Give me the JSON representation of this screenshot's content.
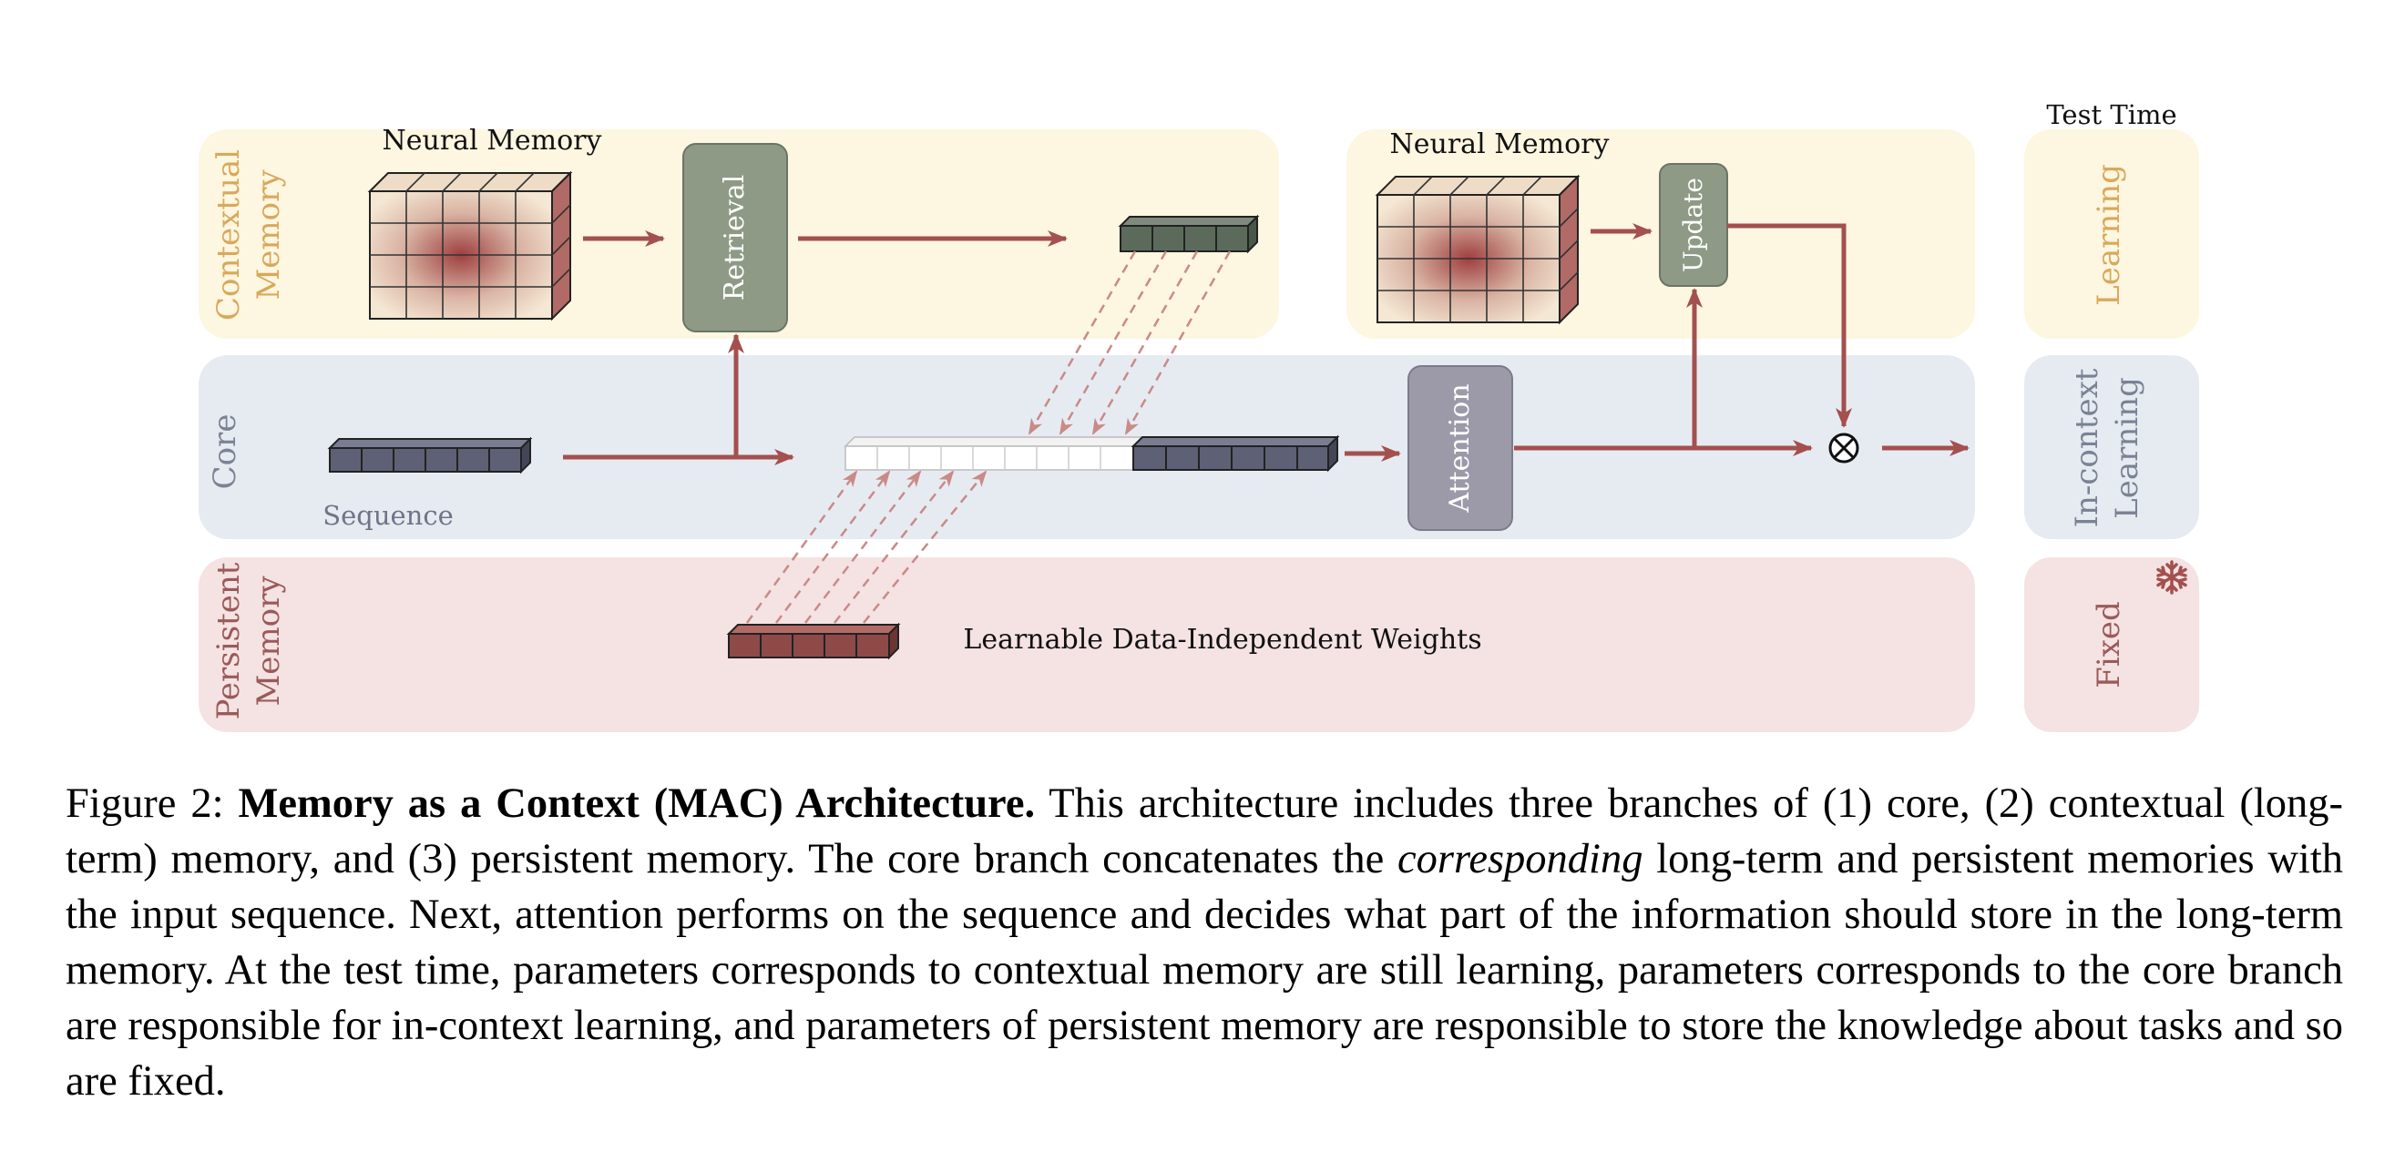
{
  "figure": {
    "rows": {
      "contextual": {
        "label_line1": "Contextual",
        "label_line2": "Memory",
        "color": "#d8a95a",
        "bg": "#fdf6e1"
      },
      "core": {
        "label": "Core",
        "color": "#7a8294",
        "bg": "#e6ebf1"
      },
      "persistent": {
        "label_line1": "Persistent",
        "label_line2": "Memory",
        "color": "#9a5a5a",
        "bg": "#f5e2e2"
      }
    },
    "labels": {
      "neural_memory_left": "Neural Memory",
      "neural_memory_right": "Neural Memory",
      "retrieval": "Retrieval",
      "update": "Update",
      "attention": "Attention",
      "sequence": "Sequence",
      "weights": "Learnable Data-Independent Weights",
      "test_time": "Test Time"
    },
    "test_time": {
      "learning": "Learning",
      "in_context_line1": "In-context",
      "in_context_line2": "Learning",
      "fixed": "Fixed"
    },
    "colors": {
      "arrow": "#a3504f",
      "retrieval_box": "#8e9a86",
      "attention_box": "#9c9aa8",
      "sequence_block": "#5e6075",
      "retrieved_block": "#5c6a5c",
      "persistent_block": "#8e4a47",
      "empty_block": "#ffffff",
      "snowflake": "#a3504f"
    },
    "icons": [
      "snowflake-icon",
      "multiply-circle-icon"
    ]
  },
  "caption": {
    "prefix": "Figure 2: ",
    "title": "Memory as a Context (MAC) Architecture.",
    "text_1": " This architecture includes three branches of (1) core, (2) contextual (long-term) memory, and (3) persistent memory. The core branch concatenates the ",
    "italic": "corresponding",
    "text_2": " long-term and persistent memories with the input sequence. Next, attention performs on the sequence and decides what part of the information should store in the long-term memory. At the test time, parameters corresponds to contextual memory are still learning, parameters corresponds to the core branch are responsible for in-context learning, and parameters of persistent memory are responsible to store the knowledge about tasks and so are fixed."
  }
}
